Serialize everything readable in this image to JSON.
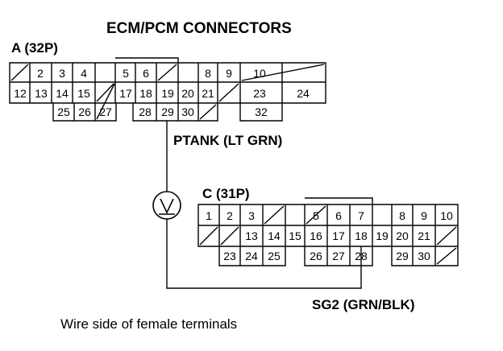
{
  "title": "ECM/PCM CONNECTORS",
  "connector_a_label": "A (32P)",
  "connector_c_label": "C (31P)",
  "wire_a_label": "PTANK (LT GRN)",
  "wire_c_label": "SG2 (GRN/BLK)",
  "caption": "Wire side of female terminals",
  "meter_symbol": "V",
  "connector_a": {
    "row1": [
      "",
      "2",
      "3",
      "4",
      "5",
      "6",
      "",
      "8",
      "9",
      "10",
      ""
    ],
    "row2": [
      "12",
      "13",
      "14",
      "15",
      "",
      "17",
      "18",
      "19",
      "20",
      "21",
      "",
      "23",
      "24"
    ],
    "row3": [
      "25",
      "26",
      "27",
      "28",
      "29",
      "30",
      "",
      "32"
    ]
  },
  "connector_c": {
    "row1": [
      "1",
      "2",
      "3",
      "",
      "5",
      "6",
      "7",
      "8",
      "9",
      "10"
    ],
    "row2": [
      "",
      "",
      "13",
      "14",
      "15",
      "16",
      "17",
      "18",
      "19",
      "20",
      "21",
      ""
    ],
    "row3": [
      "23",
      "24",
      "25",
      "26",
      "27",
      "28",
      "29",
      "30",
      ""
    ]
  }
}
